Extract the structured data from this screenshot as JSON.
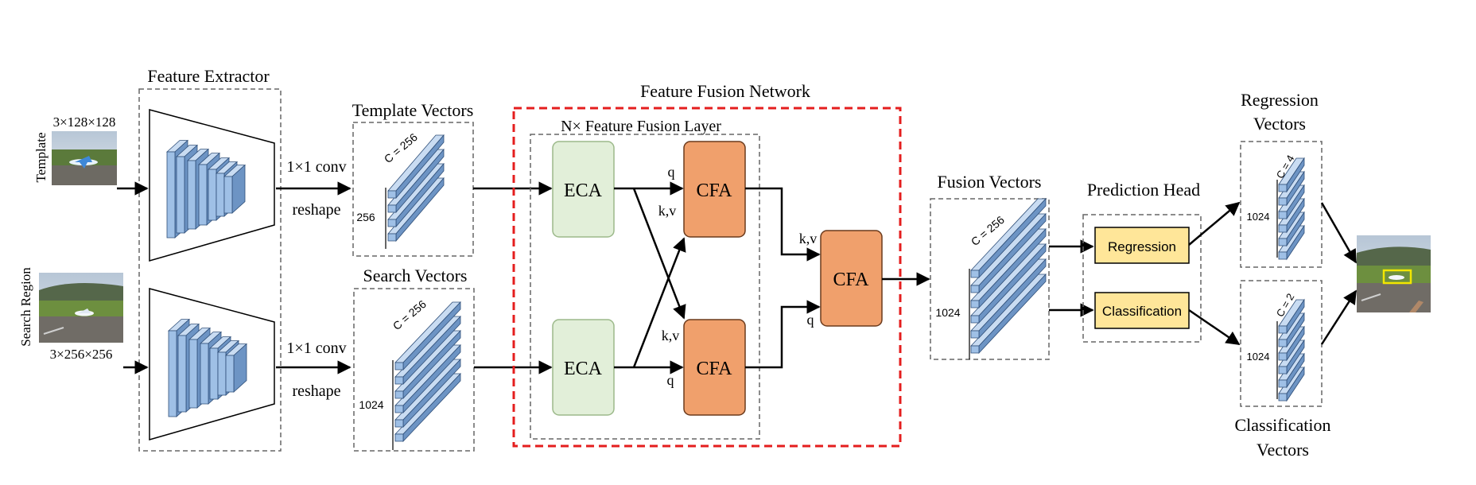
{
  "feature_extractor": {
    "title": "Feature Extractor"
  },
  "inputs": {
    "template": {
      "label": "Template",
      "size": "3×128×128"
    },
    "search": {
      "label": "Search Region",
      "size": "3×256×256"
    }
  },
  "conv": {
    "op": "1×1 conv",
    "reshape": "reshape"
  },
  "template_vectors": {
    "title": "Template Vectors",
    "channels": "C = 256",
    "length": "256"
  },
  "search_vectors": {
    "title": "Search Vectors",
    "channels": "C = 256",
    "length": "1024"
  },
  "fusion_network": {
    "title": "Feature Fusion Network",
    "layer": "N× Feature Fusion Layer"
  },
  "blocks": {
    "eca": "ECA",
    "cfa": "CFA"
  },
  "edge_labels": {
    "q": "q",
    "kv": "k,v"
  },
  "fusion_vectors": {
    "title": "Fusion Vectors",
    "channels": "C = 256",
    "length": "1024"
  },
  "prediction_head": {
    "title": "Prediction Head",
    "regression": "Regression",
    "classification": "Classification"
  },
  "regression_vectors": {
    "title_line1": "Regression",
    "title_line2": "Vectors",
    "channels": "C = 4",
    "length": "1024"
  },
  "classification_vectors": {
    "title_line1": "Classification",
    "title_line2": "Vectors",
    "channels": "C = 2",
    "length": "1024"
  },
  "colors": {
    "eca_fill": "#e2efd9",
    "eca_stroke": "#9cb98a",
    "cfa_fill": "#f0a06c",
    "cfa_stroke": "#6b3a1c",
    "head_fill": "#ffe699",
    "vector_front": "#9fc0e6",
    "vector_top": "#c9dcf2",
    "vector_side": "#6d94c4",
    "vector_stroke": "#2e4e78",
    "fusion_border": "#e41e1e",
    "dashed_border": "#666666"
  }
}
